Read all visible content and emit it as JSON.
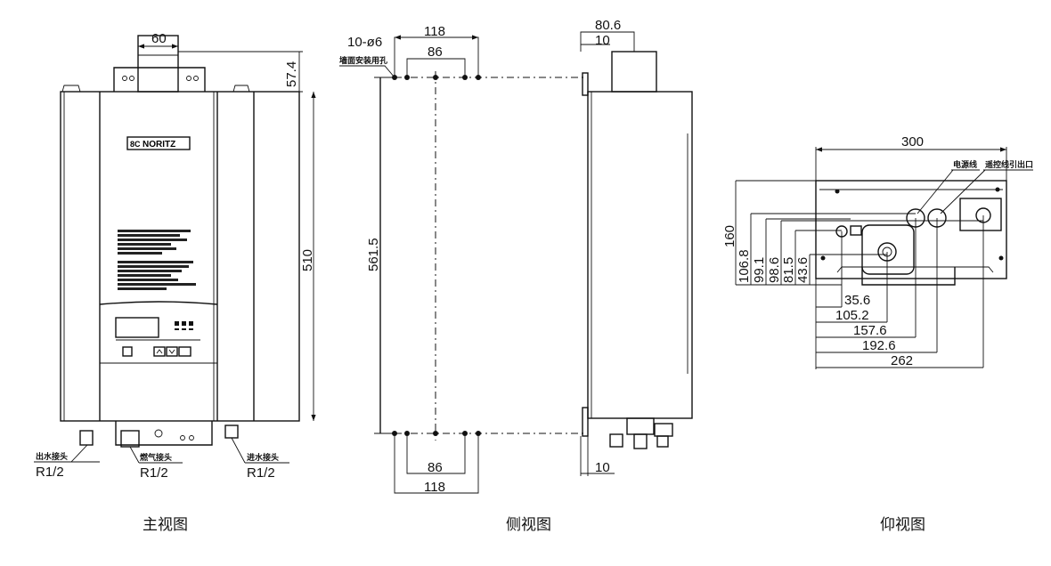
{
  "front_view": {
    "caption": "主视图",
    "brand": "NORITZ",
    "dims": {
      "flue_width": "60",
      "flue_height": "57.4",
      "body_height": "510"
    },
    "connectors": [
      {
        "name": "出水接头",
        "size": "R1/2"
      },
      {
        "name": "燃气接头",
        "size": "R1/2"
      },
      {
        "name": "进水接头",
        "size": "R1/2"
      }
    ]
  },
  "side_view": {
    "caption": "侧视图",
    "holes_label": "10-ø6",
    "holes_note": "墙面安装用孔",
    "dims": {
      "top_outer": "118",
      "top_inner": "86",
      "height": "561.5",
      "bottom_inner": "86",
      "bottom_outer": "118",
      "flue_offset": "80.6",
      "bracket_top": "10",
      "bracket_bottom": "10"
    }
  },
  "bottom_view": {
    "caption": "仰视图",
    "power_label": "电源线",
    "remote_label": "遥控线引出口",
    "dims": {
      "width": "300",
      "depth": "160",
      "v1": "106.8",
      "v2": "99.1",
      "v3": "98.6",
      "v4": "81.5",
      "v5": "43.6",
      "h1": "35.6",
      "h2": "105.2",
      "h3": "157.6",
      "h4": "192.6",
      "h5": "262"
    }
  }
}
